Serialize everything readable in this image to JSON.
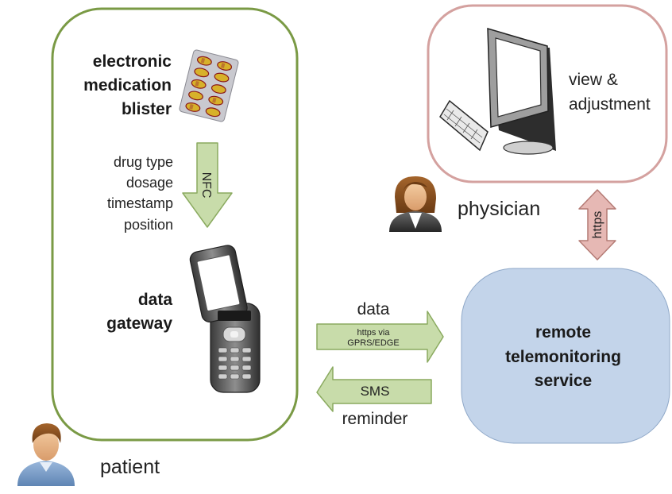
{
  "patient_box": {
    "blister_label": [
      "electronic",
      "medication",
      "blister"
    ],
    "nfc_arrow_label": "NFC",
    "nfc_data_fields": [
      "drug type",
      "dosage",
      "timestamp",
      "position"
    ],
    "gateway_label": [
      "data",
      "gateway"
    ]
  },
  "patient": {
    "label": "patient",
    "icon": "patient-avatar-icon"
  },
  "physician": {
    "label": "physician",
    "icon": "physician-avatar-icon"
  },
  "physician_box": {
    "label": [
      "view &",
      "adjustment"
    ],
    "icon": "desktop-computer-icon"
  },
  "https_arrow": {
    "label": "https"
  },
  "data_arrow": {
    "title": "data",
    "detail": [
      "https via",
      "GPRS/EDGE"
    ]
  },
  "sms_arrow": {
    "label": "SMS",
    "caption": "reminder"
  },
  "service_box": {
    "label": [
      "remote",
      "telemonitoring",
      "service"
    ]
  },
  "colors": {
    "patient_border": "#7a9a45",
    "physician_border": "#d4a19f",
    "service_fill": "#c3d4ea",
    "green_arrow_fill": "#c8dcaa",
    "green_arrow_stroke": "#8aaa5f",
    "pink_arrow_fill": "#e6b8b4",
    "pink_arrow_stroke": "#b47a74"
  }
}
